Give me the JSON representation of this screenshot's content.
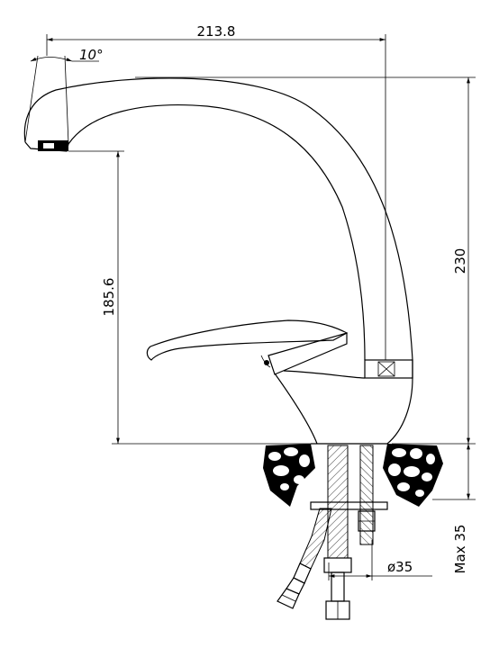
{
  "dimensions": {
    "overall_width": "213.8",
    "overall_height": "230",
    "spout_height": "185.6",
    "spout_angle": "10°",
    "hole_diameter": "ø35",
    "max_thickness": "Max 35"
  },
  "colors": {
    "line": "#000000",
    "background": "#ffffff"
  }
}
